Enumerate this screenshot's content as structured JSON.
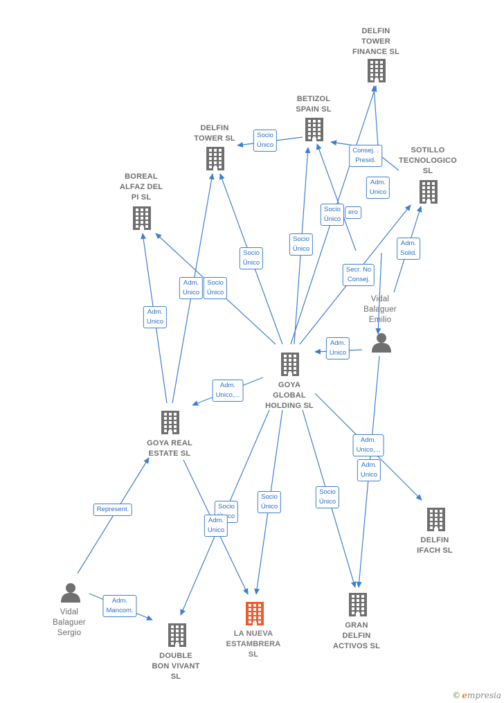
{
  "colors": {
    "edge": "#3d7fd0",
    "node": "#6f6f6f",
    "highlight": "#f0592a"
  },
  "nodes": [
    {
      "id": "delfin_tower_finance",
      "type": "company",
      "lines": [
        "DELFIN",
        "TOWER",
        "FINANCE  SL"
      ]
    },
    {
      "id": "betizol",
      "type": "company",
      "lines": [
        "BETIZOL",
        "SPAIN  SL"
      ]
    },
    {
      "id": "delfin_tower",
      "type": "company",
      "lines": [
        "DELFIN",
        "TOWER  SL"
      ]
    },
    {
      "id": "sotillo",
      "type": "company",
      "lines": [
        "SOTILLO",
        "TECNOLOGICO",
        "SL"
      ]
    },
    {
      "id": "boreal",
      "type": "company",
      "lines": [
        "BOREAL",
        "ALFAZ DEL",
        "PI  SL"
      ]
    },
    {
      "id": "vidal_emilio",
      "type": "person",
      "lines": [
        "Vidal",
        "Balaguer",
        "Emilio"
      ]
    },
    {
      "id": "goya_global",
      "type": "company",
      "lines": [
        "GOYA",
        "GLOBAL",
        "HOLDING  SL"
      ]
    },
    {
      "id": "goya_real",
      "type": "company",
      "lines": [
        "GOYA REAL",
        "ESTATE  SL"
      ]
    },
    {
      "id": "delfin_ifach",
      "type": "company",
      "lines": [
        "DELFIN",
        "IFACH  SL"
      ]
    },
    {
      "id": "vidal_sergio",
      "type": "person",
      "lines": [
        "Vidal",
        "Balaguer",
        "Sergio"
      ]
    },
    {
      "id": "double_bon",
      "type": "company",
      "lines": [
        "DOUBLE",
        "BON VIVANT",
        "SL"
      ]
    },
    {
      "id": "nueva_estambrera",
      "type": "company",
      "highlight": true,
      "lines": [
        "LA NUEVA",
        "ESTAMBRERA",
        "SL"
      ]
    },
    {
      "id": "gran_delfin",
      "type": "company",
      "lines": [
        "GRAN",
        "DELFIN",
        "ACTIVOS  SL"
      ]
    }
  ],
  "edge_labels": [
    {
      "id": "socio_unico_betizol_dt",
      "lines": [
        "Socio",
        "Único"
      ]
    },
    {
      "id": "consej_presid",
      "lines": [
        "Consej. .",
        "Presid."
      ]
    },
    {
      "id": "adm_unico_sotillo",
      "lines": [
        "Adm.",
        "Unico"
      ]
    },
    {
      "id": "socio_unico_dtf",
      "lines": [
        "Socio",
        "Único"
      ]
    },
    {
      "id": "ero_tag",
      "lines": [
        "ero"
      ]
    },
    {
      "id": "socio_unico_betizol",
      "lines": [
        "Socio",
        "Único"
      ]
    },
    {
      "id": "adm_solid",
      "lines": [
        "Adm.",
        "Solid."
      ]
    },
    {
      "id": "secr_no_consej",
      "lines": [
        "Secr.  No",
        "Consej."
      ]
    },
    {
      "id": "socio_unico_dt",
      "lines": [
        "Socio",
        "Único"
      ]
    },
    {
      "id": "socio_unico_boreal",
      "lines": [
        "Socio",
        "Único"
      ]
    },
    {
      "id": "adm_unico_dt",
      "lines": [
        "Adm.",
        "Unico"
      ]
    },
    {
      "id": "adm_unico_boreal",
      "lines": [
        "Adm.",
        "Unico"
      ]
    },
    {
      "id": "adm_unico_goya_emilio",
      "lines": [
        "Adm.",
        "Unico"
      ]
    },
    {
      "id": "adm_unico_goya_real",
      "lines": [
        "Adm.",
        "Unico,..."
      ]
    },
    {
      "id": "adm_unico_ifach",
      "lines": [
        "Adm.",
        "Unico,..."
      ]
    },
    {
      "id": "adm_unico_gran",
      "lines": [
        "Adm.",
        "Unico"
      ]
    },
    {
      "id": "represent",
      "lines": [
        "Represent."
      ]
    },
    {
      "id": "socio_unico_double",
      "lines": [
        "Socio",
        "Único"
      ]
    },
    {
      "id": "adm_unico_nueva",
      "lines": [
        "Adm.",
        "Unico"
      ]
    },
    {
      "id": "socio_unico_nueva",
      "lines": [
        "Socio",
        "Único"
      ]
    },
    {
      "id": "socio_unico_gran",
      "lines": [
        "Socio",
        "Único"
      ]
    },
    {
      "id": "adm_mancom",
      "lines": [
        "Adm.",
        "Mancom."
      ]
    }
  ],
  "footer": {
    "copyright": "©",
    "brand_initial": "e",
    "brand_rest": "mpresia"
  }
}
